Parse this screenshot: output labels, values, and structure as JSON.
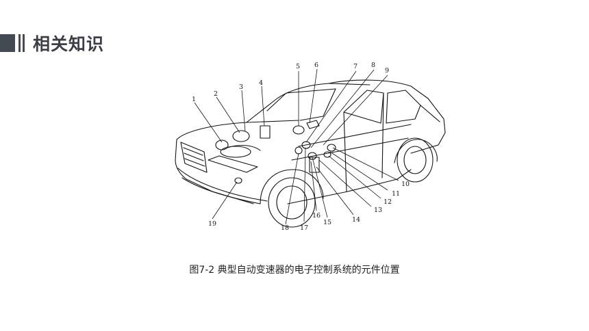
{
  "header": {
    "title": "相关知识"
  },
  "figure": {
    "callouts": [
      "1",
      "2",
      "3",
      "4",
      "5",
      "6",
      "7",
      "8",
      "9",
      "10",
      "11",
      "12",
      "13",
      "14",
      "15",
      "16",
      "17",
      "18",
      "19"
    ],
    "caption": "图7-2  典型自动变速器的电子控制系统的元件位置"
  }
}
